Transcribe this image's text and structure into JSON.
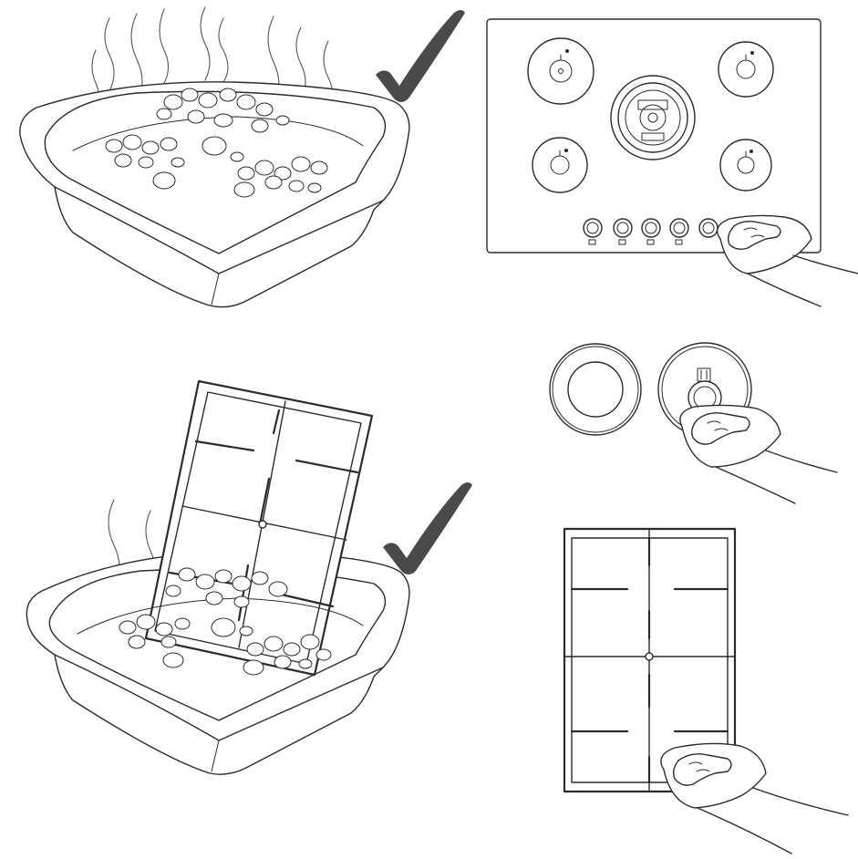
{
  "panels": [
    {
      "id": "basin-soapy-water",
      "icon": "soapy-water-basin-icon"
    },
    {
      "id": "wipe-hob-surface",
      "icon": "hob-cleaning-icon"
    },
    {
      "id": "soak-pan-support",
      "icon": "pan-support-soaking-icon"
    },
    {
      "id": "wipe-burner-caps",
      "icon": "burner-cap-cleaning-icon"
    },
    {
      "id": "wipe-pan-support",
      "icon": "pan-support-cleaning-icon"
    }
  ],
  "colors": {
    "line": "#2b2b2b",
    "check": "#4a4a4a",
    "background": "#ffffff"
  }
}
